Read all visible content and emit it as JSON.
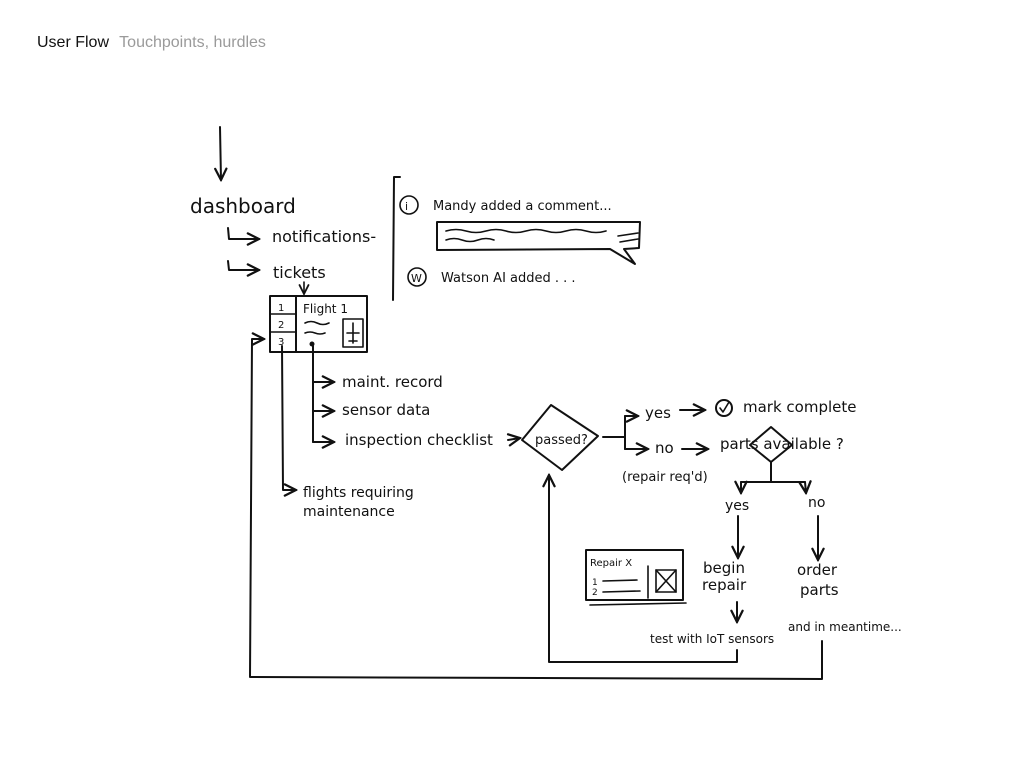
{
  "header": {
    "title": "User Flow",
    "subtitle": "Touchpoints, hurdles"
  },
  "flow": {
    "dashboard": "dashboard",
    "notifications": "notifications-",
    "tickets": "tickets",
    "notification_panel": {
      "comment": "Mandy added a comment...",
      "ai_added": "Watson AI added . . ."
    },
    "ticket_card": {
      "title": "Flight 1",
      "rows": [
        "1",
        "2",
        "3"
      ]
    },
    "ticket_links": {
      "maint_record": "maint. record",
      "sensor_data": "sensor data",
      "inspection_checklist": "inspection checklist"
    },
    "flights_requiring": [
      "flights requiring",
      "maintenance"
    ],
    "decision_passed": "passed?",
    "yes_branch": "yes",
    "mark_complete": "mark complete",
    "no_branch": "no",
    "repair_required": "(repair req'd)",
    "parts_available": "parts available ?",
    "parts_yes": "yes",
    "parts_no": "no",
    "begin_repair": [
      "begin",
      "repair"
    ],
    "order_parts": [
      "order",
      "parts"
    ],
    "repair_card": {
      "title": "Repair X",
      "rows": [
        "1",
        "2"
      ]
    },
    "test_iot": "test with IoT sensors",
    "meantime": "and in meantime..."
  }
}
